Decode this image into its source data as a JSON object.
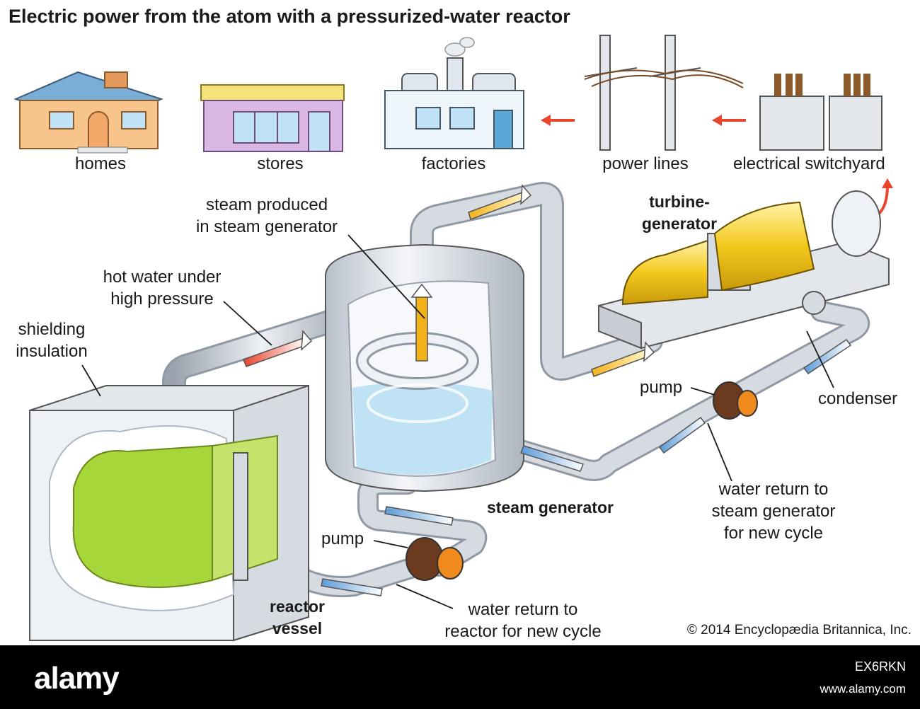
{
  "title": "Electric power from the atom with a pressurized-water reactor",
  "labels": {
    "homes": "homes",
    "stores": "stores",
    "factories": "factories",
    "power_lines": "power lines",
    "electrical_switchyard": "electrical switchyard",
    "steam_produced": "steam produced\nin steam generator",
    "turbine_generator": "turbine-\ngenerator",
    "hot_water": "hot water under\nhigh pressure",
    "shielding": "shielding\ninsulation",
    "pump_upper": "pump",
    "condenser": "condenser",
    "steam_generator": "steam generator",
    "water_return_sg": "water return to\nsteam generator\nfor new cycle",
    "pump_lower": "pump",
    "reactor_vessel": "reactor\nvessel",
    "water_return_reactor": "water return to\nreactor for new cycle"
  },
  "copyright": "© 2014 Encyclopædia Britannica, Inc.",
  "footer": {
    "logo": "alamy",
    "image_id": "EX6RKN",
    "url": "www.alamy.com"
  },
  "colors": {
    "pipe": "#c9ced6",
    "hot_arrow": "#e8452c",
    "steam_arrow": "#f4b21a",
    "cold_arrow": "#5b9bd8",
    "core": "#a6d63a",
    "turbine": "#f3c81c",
    "water": "#b9dff4"
  }
}
